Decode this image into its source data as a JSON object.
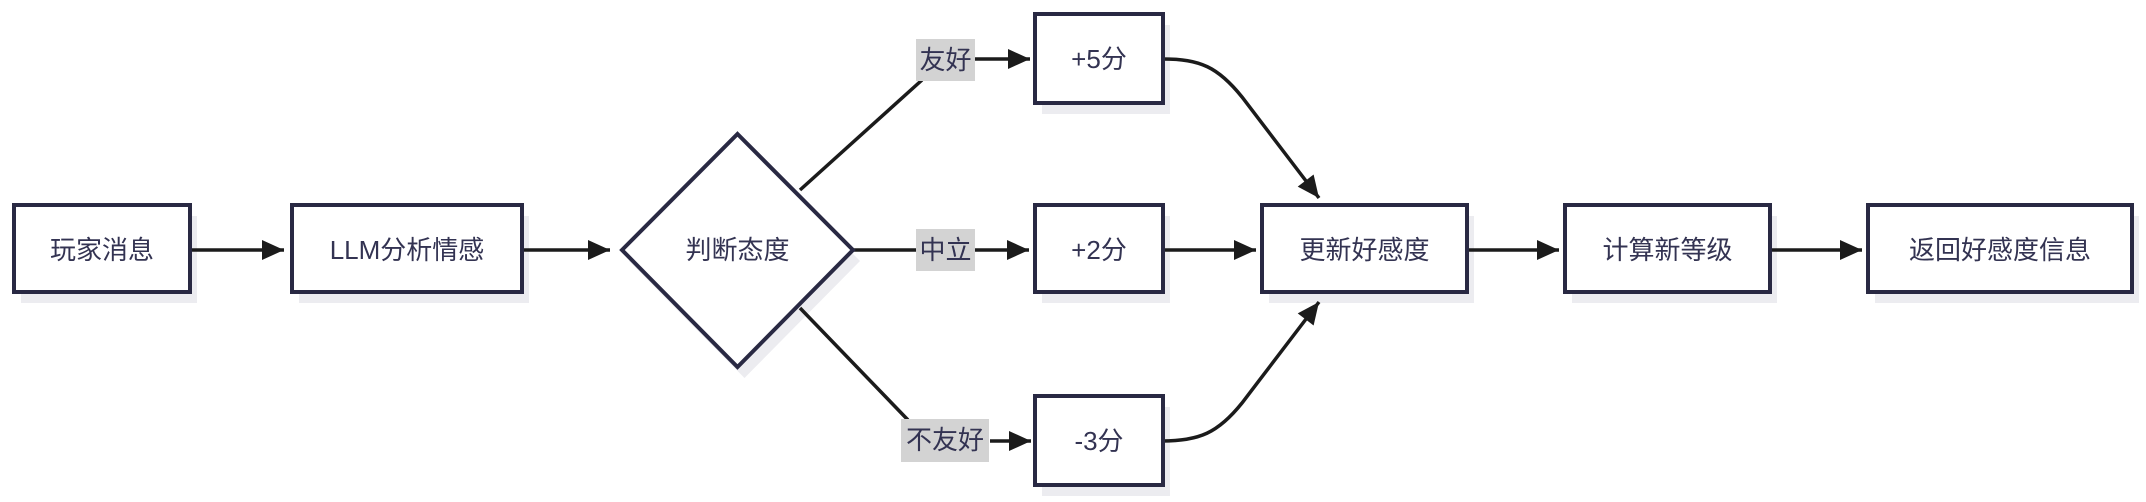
{
  "diagram": {
    "type": "flowchart",
    "direction": "left-to-right",
    "background_color": "#ffffff",
    "colors": {
      "node_fill": "#ffffff",
      "node_border": "#292943",
      "node_text": "#333352",
      "edge_line": "#1b1b1b",
      "edge_label_bg": "#d3d3d3",
      "node_shadow": "#ececf0"
    },
    "nodes": [
      {
        "id": "player-message",
        "shape": "rect",
        "label": "玩家消息"
      },
      {
        "id": "llm-analyze",
        "shape": "rect",
        "label": "LLM分析情感"
      },
      {
        "id": "judge-attitude",
        "shape": "diamond",
        "label": "判断态度"
      },
      {
        "id": "plus5",
        "shape": "rect",
        "label": "+5分"
      },
      {
        "id": "plus2",
        "shape": "rect",
        "label": "+2分"
      },
      {
        "id": "minus3",
        "shape": "rect",
        "label": "-3分"
      },
      {
        "id": "update-favor",
        "shape": "rect",
        "label": "更新好感度"
      },
      {
        "id": "calc-level",
        "shape": "rect",
        "label": "计算新等级"
      },
      {
        "id": "return-info",
        "shape": "rect",
        "label": "返回好感度信息"
      }
    ],
    "edges": [
      {
        "from": "player-message",
        "to": "llm-analyze",
        "label": ""
      },
      {
        "from": "llm-analyze",
        "to": "judge-attitude",
        "label": ""
      },
      {
        "from": "judge-attitude",
        "to": "plus5",
        "label": "友好"
      },
      {
        "from": "judge-attitude",
        "to": "plus2",
        "label": "中立"
      },
      {
        "from": "judge-attitude",
        "to": "minus3",
        "label": "不友好"
      },
      {
        "from": "plus5",
        "to": "update-favor",
        "label": ""
      },
      {
        "from": "plus2",
        "to": "update-favor",
        "label": ""
      },
      {
        "from": "minus3",
        "to": "update-favor",
        "label": ""
      },
      {
        "from": "update-favor",
        "to": "calc-level",
        "label": ""
      },
      {
        "from": "calc-level",
        "to": "return-info",
        "label": ""
      }
    ]
  }
}
